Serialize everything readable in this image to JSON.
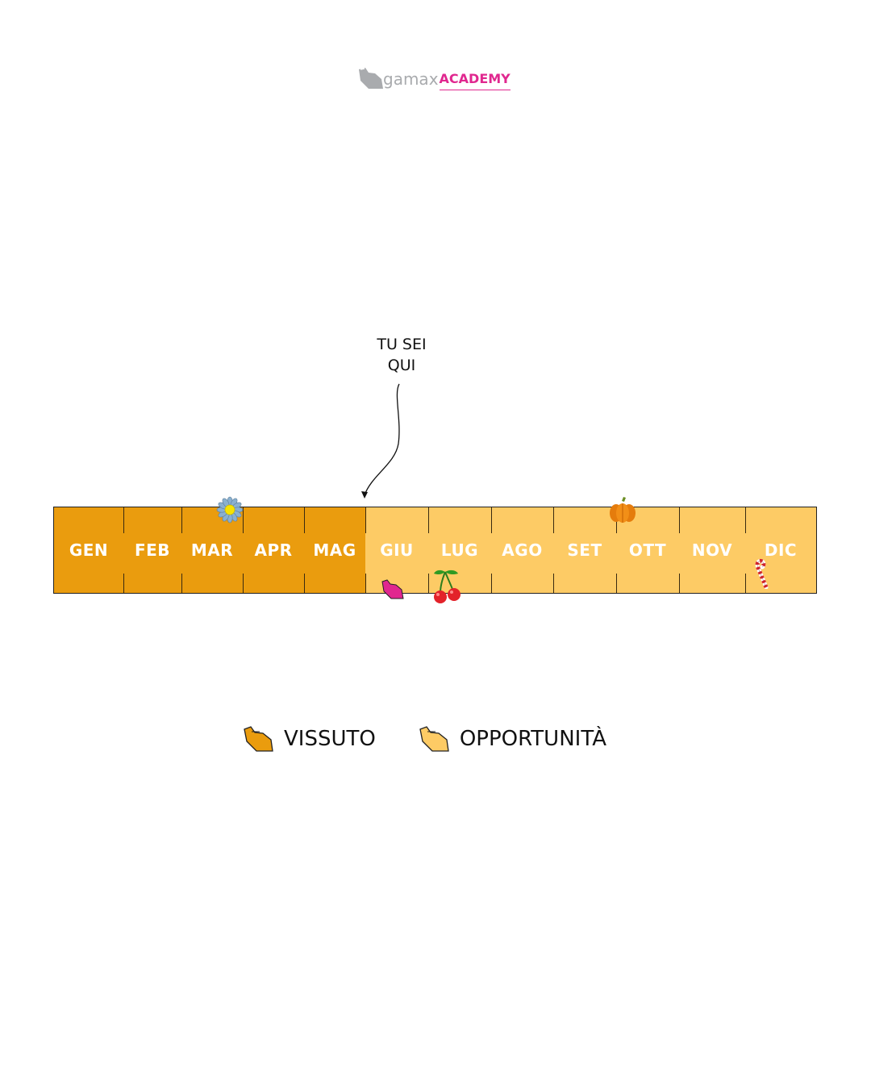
{
  "logo": {
    "brand": "gamax",
    "product": "ACADEMY"
  },
  "marker": {
    "line1": "TU SEI",
    "line2": "QUI"
  },
  "colors": {
    "lived": "#ea9c0e",
    "opportunity": "#fdcb65",
    "accent": "#e0278f",
    "logo_gray": "#a9abae"
  },
  "months": [
    {
      "label": "GEN",
      "status": "lived"
    },
    {
      "label": "FEB",
      "status": "lived"
    },
    {
      "label": "MAR",
      "status": "lived"
    },
    {
      "label": "APR",
      "status": "lived"
    },
    {
      "label": "MAG",
      "status": "lived"
    },
    {
      "label": "GIU",
      "status": "opportunity"
    },
    {
      "label": "LUG",
      "status": "opportunity"
    },
    {
      "label": "AGO",
      "status": "opportunity"
    },
    {
      "label": "SET",
      "status": "opportunity"
    },
    {
      "label": "OTT",
      "status": "opportunity"
    },
    {
      "label": "NOV",
      "status": "opportunity"
    },
    {
      "label": "DIC",
      "status": "opportunity"
    }
  ],
  "decorations": [
    "flower-icon",
    "pointing-hand-icon",
    "cherry-icon",
    "pumpkin-icon",
    "candy-cane-icon"
  ],
  "legend": {
    "lived_label": "VISSUTO",
    "opportunity_label": "OPPORTUNITÀ"
  }
}
